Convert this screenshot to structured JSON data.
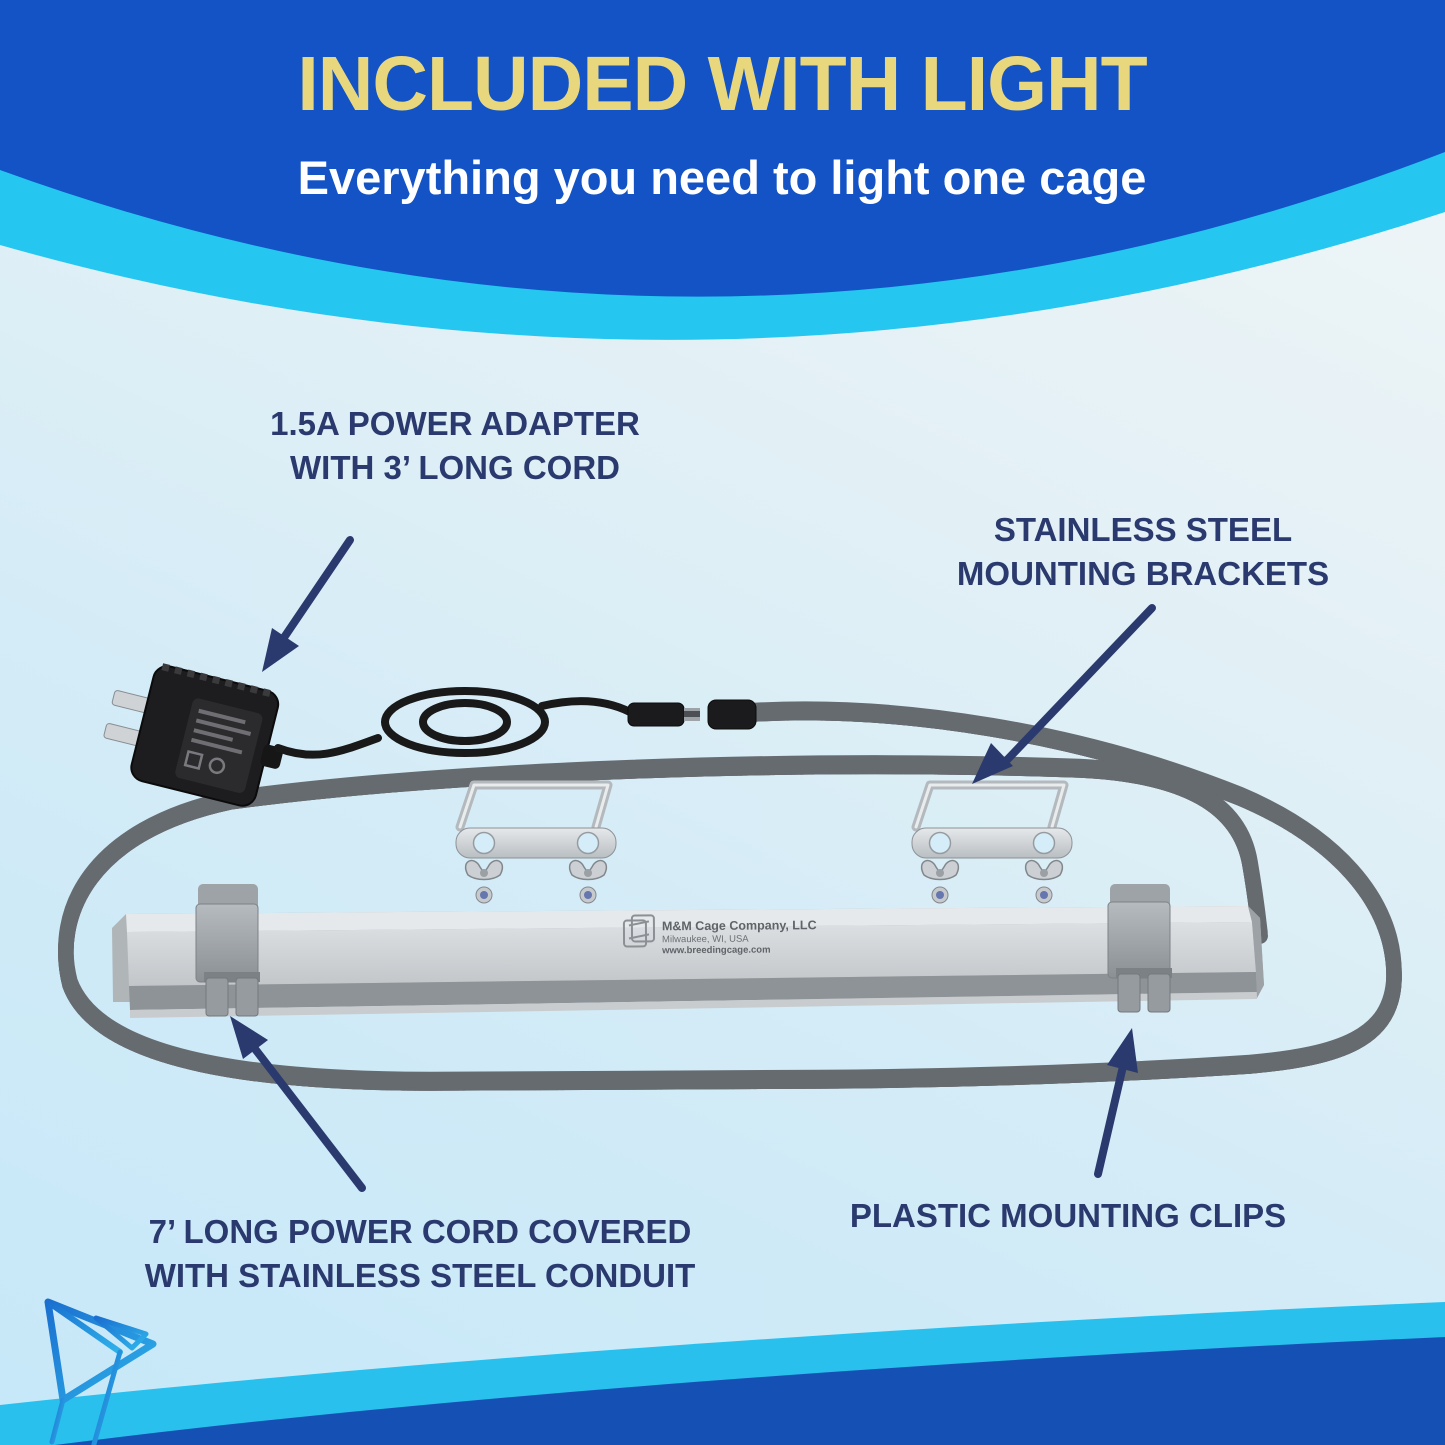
{
  "header": {
    "title": "INCLUDED WITH LIGHT",
    "subtitle": "Everything you need to light one cage",
    "title_color": "#e8d77d",
    "subtitle_color": "#ffffff",
    "bg_color": "#1353c5",
    "band_color": "#25c6f0"
  },
  "callouts": {
    "adapter": {
      "lines": [
        "1.5A POWER ADAPTER",
        "WITH 3’ LONG CORD"
      ]
    },
    "brackets": {
      "lines": [
        "STAINLESS STEEL",
        "MOUNTING BRACKETS"
      ]
    },
    "cord": {
      "lines": [
        "7’ LONG POWER CORD COVERED",
        "WITH STAINLESS STEEL CONDUIT"
      ]
    },
    "clips": {
      "lines": [
        "PLASTIC MOUNTING CLIPS"
      ]
    }
  },
  "label_color": "#2b3a6e",
  "arrow_color": "#2b3a6e",
  "product_bar": {
    "brand": "M&M Cage Company, LLC",
    "location": "Milwaukee, WI, USA",
    "website": "www.breedingcage.com"
  },
  "footer": {
    "wave_cyan": "#29c0ee",
    "wave_blue": "#1551b5"
  },
  "icons": {
    "footer_logo": "paper-plane-logo",
    "bar_logo": "cage-cube-logo"
  }
}
